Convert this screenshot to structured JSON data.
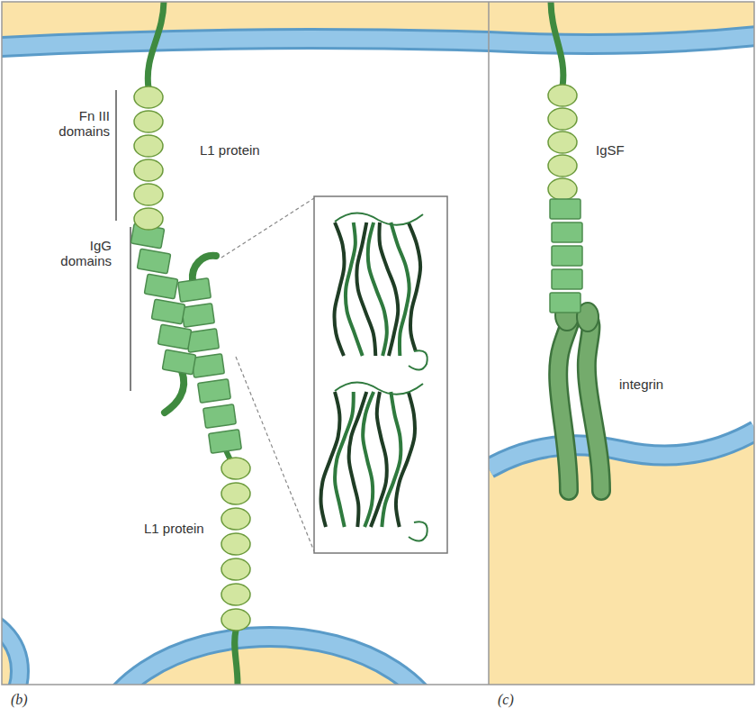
{
  "diagram": {
    "labels": [
      "Fn III domains",
      "L1 protein",
      "IgG domains",
      "L1 protein",
      "IgSF",
      "integrin",
      "(b)",
      "(c)"
    ]
  }
}
